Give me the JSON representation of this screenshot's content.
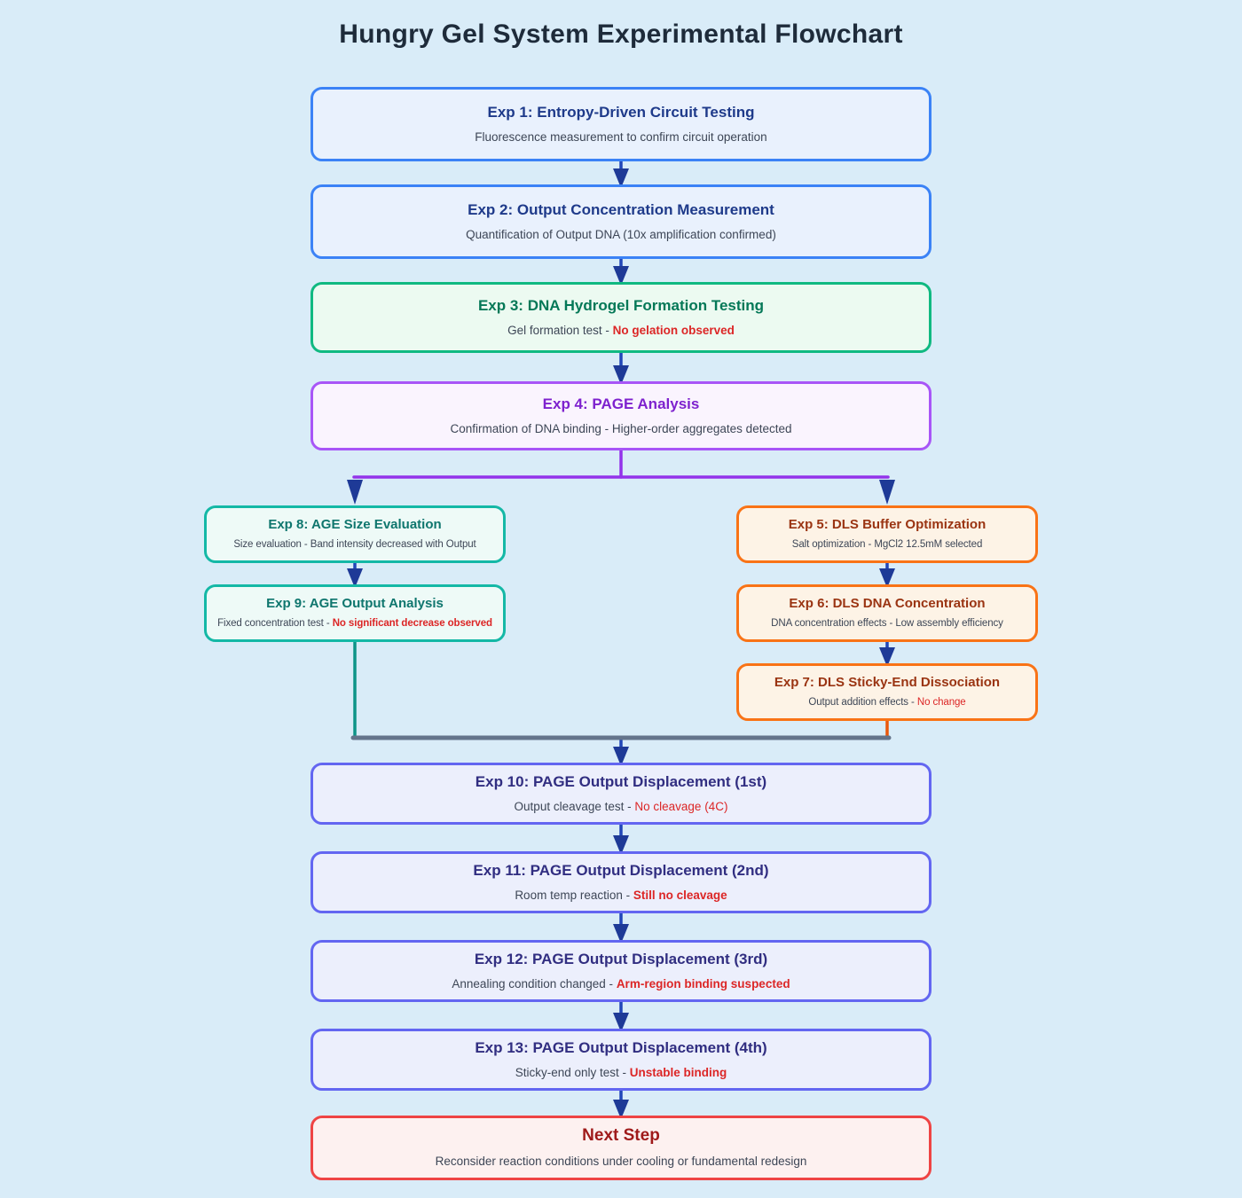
{
  "title": "Hungry Gel System Experimental Flowchart",
  "palette": {
    "background": "#d9ecf8",
    "arrow_blue": "#2146b8",
    "arrowhead_navy": "#1e3a97",
    "branch_line_purple": "#9333ea",
    "merge_line_gray": "#64748b",
    "merge_line_teal": "#0d9488",
    "merge_line_orange": "#ea580c",
    "alert_red": "#dc2626",
    "blue_border": "#3b82f6",
    "green_border": "#10b981",
    "purple_border": "#a855f7",
    "teal_border": "#14b8a6",
    "orange_border": "#f97316",
    "indigo_border": "#6366f1",
    "red_border": "#ef4444"
  },
  "nodes": {
    "exp1": {
      "title": "Exp 1: Entropy-Driven Circuit Testing",
      "desc": "Fluorescence measurement to confirm circuit operation"
    },
    "exp2": {
      "title": "Exp 2: Output Concentration Measurement",
      "desc": "Quantification of Output DNA (10x amplification confirmed)"
    },
    "exp3": {
      "title": "Exp 3: DNA Hydrogel Formation Testing",
      "desc": "Gel formation test -",
      "alert": "No gelation observed"
    },
    "exp4": {
      "title": "Exp 4: PAGE Analysis",
      "desc": "Confirmation of DNA binding - Higher-order aggregates detected"
    },
    "exp8": {
      "title": "Exp 8: AGE Size Evaluation",
      "desc": "Size evaluation - Band intensity decreased with Output"
    },
    "exp9": {
      "title": "Exp 9: AGE Output Analysis",
      "desc": "Fixed concentration test -",
      "alert": "No significant decrease observed"
    },
    "exp5": {
      "title": "Exp 5: DLS Buffer Optimization",
      "desc": "Salt optimization - MgCl2 12.5mM selected"
    },
    "exp6": {
      "title": "Exp 6: DLS DNA Concentration",
      "desc": "DNA concentration effects - Low assembly efficiency"
    },
    "exp7": {
      "title": "Exp 7: DLS Sticky-End Dissociation",
      "desc": "Output addition effects -",
      "alert": "No change"
    },
    "exp10": {
      "title": "Exp 10: PAGE Output Displacement (1st)",
      "desc": "Output cleavage test -",
      "alert": "No cleavage (4C)"
    },
    "exp11": {
      "title": "Exp 11: PAGE Output Displacement (2nd)",
      "desc": "Room temp reaction -",
      "alert": "Still no cleavage"
    },
    "exp12": {
      "title": "Exp 12: PAGE Output Displacement (3rd)",
      "desc": "Annealing condition changed -",
      "alert": "Arm-region binding suspected"
    },
    "exp13": {
      "title": "Exp 13: PAGE Output Displacement (4th)",
      "desc": "Sticky-end only test -",
      "alert": "Unstable binding"
    },
    "next": {
      "title": "Next Step",
      "desc": "Reconsider reaction conditions under cooling or fundamental redesign"
    }
  }
}
